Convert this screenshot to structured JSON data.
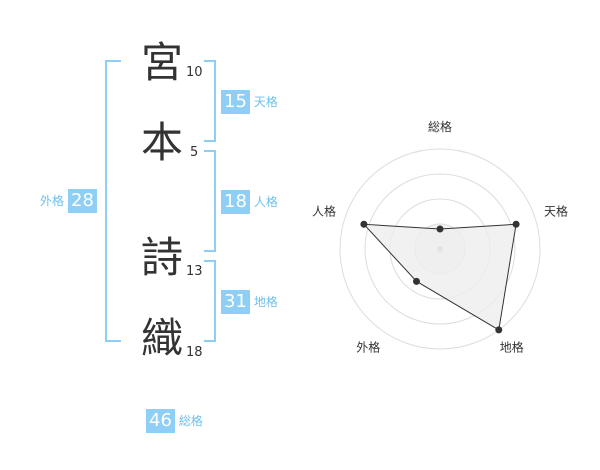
{
  "name": {
    "characters": [
      {
        "char": "宮",
        "strokes": "10"
      },
      {
        "char": "本",
        "strokes": "5"
      },
      {
        "char": "詩",
        "strokes": "13"
      },
      {
        "char": "織",
        "strokes": "18"
      }
    ]
  },
  "fortune": {
    "tenkaku": {
      "value": "15",
      "label": "天格"
    },
    "jinkaku": {
      "value": "18",
      "label": "人格"
    },
    "chikaku": {
      "value": "31",
      "label": "地格"
    },
    "gaikaku": {
      "value": "28",
      "label": "外格"
    },
    "soukaku": {
      "value": "46",
      "label": "総格"
    }
  },
  "chart_data": {
    "type": "radar",
    "axes": [
      "総格",
      "天格",
      "地格",
      "外格",
      "人格"
    ],
    "values": [
      0.2,
      0.8,
      1.0,
      0.4,
      0.8
    ],
    "max": 1.0,
    "rings": 4,
    "colors": {
      "fill": "#eeeeee",
      "stroke": "#333333",
      "ring": "#dddddd",
      "center": "#bbbbbb"
    }
  },
  "colors": {
    "accent": "#8fcff5",
    "accent_text": "#6fc0ee"
  }
}
